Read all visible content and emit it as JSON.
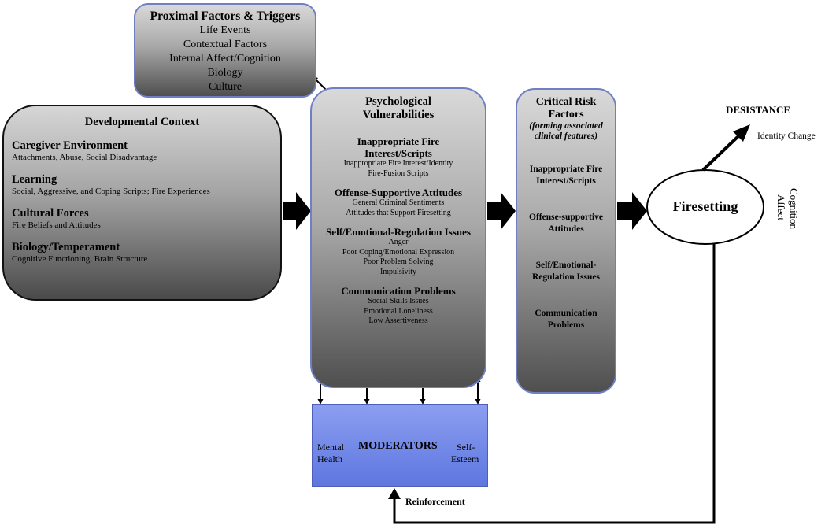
{
  "proximal": {
    "title": "Proximal Factors & Triggers",
    "items": [
      "Life Events",
      "Contextual Factors",
      "Internal Affect/Cognition",
      "Biology",
      "Culture"
    ]
  },
  "developmental": {
    "title": "Developmental Context",
    "sections": [
      {
        "title": "Caregiver Environment",
        "text": "Attachments, Abuse, Social Disadvantage"
      },
      {
        "title": "Learning",
        "text": "Social, Aggressive, and Coping Scripts; Fire Experiences"
      },
      {
        "title": "Cultural Forces",
        "text": "Fire Beliefs and Attitudes"
      },
      {
        "title": "Biology/Temperament",
        "text": "Cognitive Functioning, Brain Structure"
      }
    ]
  },
  "psychological": {
    "title_lines": [
      "Psychological",
      "Vulnerabilities"
    ],
    "sections": [
      {
        "title_lines": [
          "Inappropriate Fire",
          "Interest/Scripts"
        ],
        "items": [
          "Inappropriate Fire Interest/Identity",
          "Fire-Fusion Scripts"
        ]
      },
      {
        "title_lines": [
          "Offense-Supportive Attitudes"
        ],
        "items": [
          "General Criminal Sentiments",
          "Attitudes that Support Firesetting"
        ]
      },
      {
        "title_lines": [
          "Self/Emotional-Regulation Issues"
        ],
        "items": [
          "Anger",
          "Poor Coping/Emotional Expression",
          "Poor Problem Solving",
          "Impulsivity"
        ]
      },
      {
        "title_lines": [
          "Communication Problems"
        ],
        "items": [
          "Social Skills Issues",
          "Emotional Loneliness",
          "Low Assertiveness"
        ]
      }
    ]
  },
  "critical": {
    "title_lines": [
      "Critical Risk",
      "Factors"
    ],
    "subtitle_lines": [
      "(forming associated",
      "clinical features)"
    ],
    "items": [
      [
        "Inappropriate Fire",
        "Interest/Scripts"
      ],
      [
        "Offense-supportive",
        "Attitudes"
      ],
      [
        "Self/Emotional-",
        "Regulation Issues"
      ],
      [
        "Communication",
        "Problems"
      ]
    ]
  },
  "moderators": {
    "title": "MODERATORS",
    "left_lines": [
      "Mental",
      "Health"
    ],
    "right_lines": [
      "Self-",
      "Esteem"
    ]
  },
  "firesetting": {
    "label": "Firesetting"
  },
  "desistance": {
    "label": "DESISTANCE",
    "sub": "Identity Change"
  },
  "side_labels": {
    "cognition": "Cognition",
    "affect": "Affect"
  },
  "reinforcement": {
    "label": "Reinforcement"
  },
  "colors": {
    "box_border": "#6f7fc4",
    "moderators_fill": "#6f86e6",
    "arrow": "#000000"
  }
}
